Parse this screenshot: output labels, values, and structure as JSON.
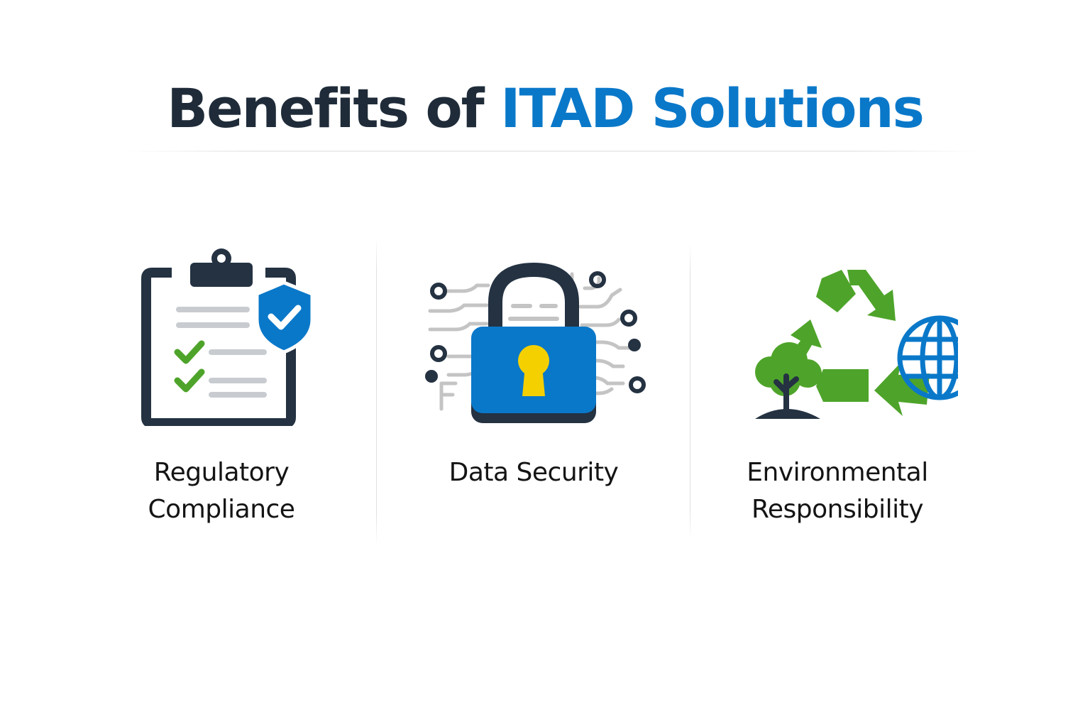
{
  "header": {
    "title_part1": "Benefits of ",
    "title_part2": "ITAD Solutions"
  },
  "colors": {
    "title_dark": "#1f2b38",
    "title_accent": "#0a78c9",
    "navy": "#243242",
    "blue": "#0a78c9",
    "green": "#4ea42a",
    "yellow": "#f5d000",
    "gray": "#c8c8c8"
  },
  "benefits": [
    {
      "icon": "clipboard-shield-check-icon",
      "line1": "Regulatory",
      "line2": "Compliance"
    },
    {
      "icon": "padlock-circuit-icon",
      "line1": "Data Security",
      "line2": ""
    },
    {
      "icon": "recycle-tree-globe-icon",
      "line1": "Environmental",
      "line2": "Responsibility"
    }
  ]
}
